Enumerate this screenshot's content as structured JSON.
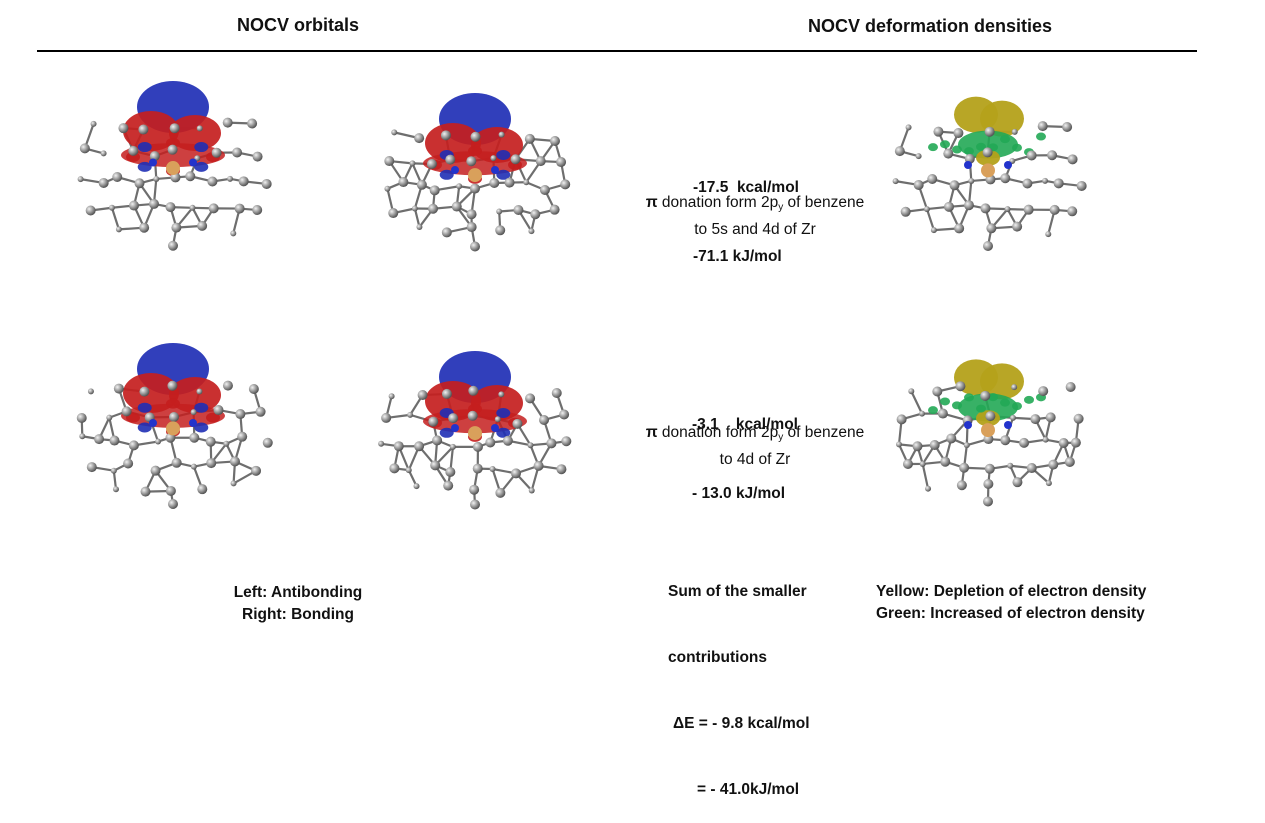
{
  "headers": {
    "left": "NOCV orbitals",
    "right": "NOCV deformation densities"
  },
  "rows": [
    {
      "kcal": "-17.5  kcal/mol",
      "kj": "-71.1 kJ/mol",
      "desc_pi": "π",
      "desc_mid": " donation form 2p",
      "desc_sub": "y",
      "desc_tail": " of benzene",
      "desc_line2": "to 5s and 4d of Zr"
    },
    {
      "kcal": "-3.1    kcal/mol",
      "kj": "- 13.0 kJ/mol",
      "desc_pi": "π",
      "desc_mid": " donation form 2p",
      "desc_sub": "y",
      "desc_tail": " of benzene",
      "desc_line2": "to 4d of Zr"
    }
  ],
  "summary": {
    "line1": "Sum of the smaller",
    "line2": "contributions",
    "line3": "ΔE = - 9.8 kcal/mol",
    "line4": "= - 41.0kJ/mol"
  },
  "legend_left": {
    "line1": "Left: Antibonding",
    "line2": "Right: Bonding"
  },
  "legend_right": {
    "line1": "Yellow: Depletion of electron density",
    "line2": "Green: Increased of electron density"
  },
  "colors": {
    "orbital_red": "#c41e1e",
    "orbital_blue": "#1f2fb5",
    "density_yellow": "#b4a11a",
    "density_green": "#22a855",
    "carbon": "#8a8a8a",
    "zirconium": "#d9a05b",
    "nitrogen": "#2233cc"
  }
}
